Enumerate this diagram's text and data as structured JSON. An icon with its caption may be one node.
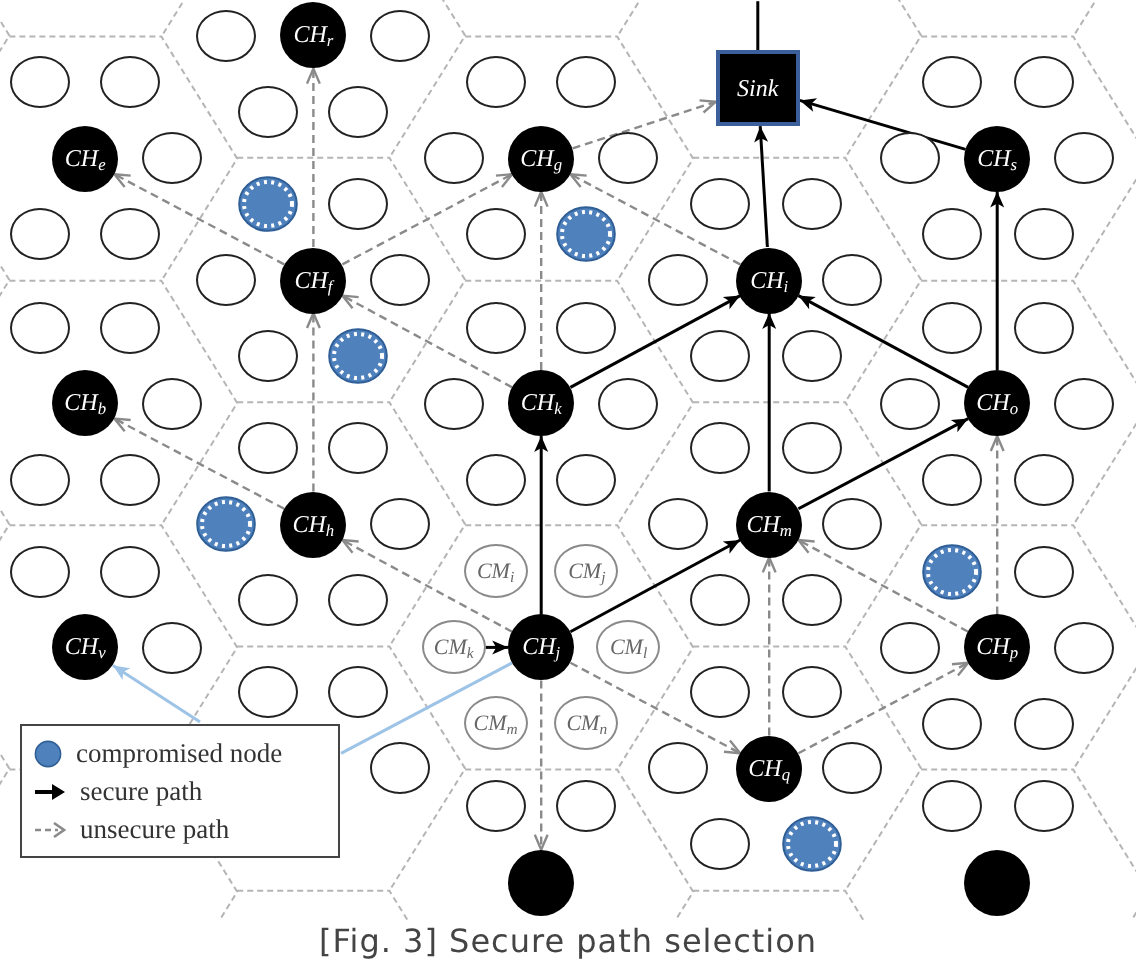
{
  "diagram": {
    "caption": "[Fig. 3] Secure path selection",
    "nodes": [
      {
        "text": [],
        "shape": "circle"
      },
      {
        "text": [
          "CH$_{r}$"
        ]
      },
      {
        "text": [],
        "shape": "circle"
      },
      {
        "text": [],
        "shape": "circle"
      },
      {
        "text": [],
        "shape": "circle"
      },
      {
        "text": [],
        "shape": "circle"
      },
      {
        "text": [],
        "shape": "circle"
      },
      {
        "text": [
          "Sink"
        ]
      },
      {
        "text": [],
        "shape": "circle"
      },
      {
        "text": [],
        "shape": "circle"
      },
      {
        "text": [],
        "shape": "circle"
      },
      {
        "text": [],
        "shape": "circle"
      },
      {
        "text": [
          "CH$_{e}$"
        ]
      },
      {
        "text": [],
        "shape": "circle"
      },
      {
        "text": [],
        "shape": "circle"
      },
      {
        "text": [
          "CH$_{g}$"
        ]
      },
      {
        "text": [],
        "shape": "circle"
      },
      {
        "text": [],
        "shape": "circle"
      },
      {
        "text": [
          "CH$_{s}$"
        ]
      },
      {
        "text": [],
        "shape": "circle"
      },
      {
        "text": [],
        "shape": "circle"
      },
      {
        "text": [],
        "shape": "circle"
      },
      {
        "text": [],
        "shape": "circle"
      },
      {
        "text": [],
        "shape": "circle"
      },
      {
        "text": [],
        "shape": "circle"
      },
      {
        "text": [],
        "shape": "circle"
      },
      {
        "text": [],
        "shape": "circle"
      },
      {
        "text": [],
        "shape": "circle"
      },
      {
        "text": [],
        "shape": "circle"
      },
      {
        "text": [],
        "shape": "circle"
      },
      {
        "text": [],
        "shape": "circle"
      },
      {
        "text": [
          "CH$_{f}$"
        ]
      },
      {
        "text": [],
        "shape": "circle"
      },
      {
        "text": [],
        "shape": "circle"
      },
      {
        "text": [
          "CH$_{i}$"
        ]
      },
      {
        "text": [],
        "shape": "circle"
      },
      {
        "text": [],
        "shape": "circle"
      },
      {
        "text": [],
        "shape": "circle"
      },
      {
        "text": [],
        "shape": "circle"
      },
      {
        "text": [],
        "shape": "circle"
      },
      {
        "text": [],
        "shape": "circle"
      },
      {
        "text": [],
        "shape": "circle"
      },
      {
        "text": [],
        "shape": "circle"
      },
      {
        "text": [],
        "shape": "circle"
      },
      {
        "text": [],
        "shape": "circle"
      },
      {
        "text": [],
        "shape": "circle"
      },
      {
        "text": [
          "CH$_{b}$"
        ]
      },
      {
        "text": [],
        "shape": "circle"
      },
      {
        "text": [],
        "shape": "circle"
      },
      {
        "text": [
          "CH$_{k}$"
        ]
      },
      {
        "text": [],
        "shape": "circle"
      },
      {
        "text": [],
        "shape": "circle"
      },
      {
        "text": [
          "CH$_{o}$"
        ]
      },
      {
        "text": [],
        "shape": "circle"
      },
      {
        "text": [],
        "shape": "circle"
      },
      {
        "text": [],
        "shape": "circle"
      },
      {
        "text": [],
        "shape": "circle"
      },
      {
        "text": [],
        "shape": "circle"
      },
      {
        "text": [],
        "shape": "circle"
      },
      {
        "text": [],
        "shape": "circle"
      },
      {
        "text": [],
        "shape": "circle"
      },
      {
        "text": [],
        "shape": "circle"
      },
      {
        "text": [],
        "shape": "circle"
      },
      {
        "text": [],
        "shape": "circle"
      },
      {
        "text": [],
        "shape": "circle"
      },
      {
        "text": [
          "CH$_{h}$"
        ]
      },
      {
        "text": [],
        "shape": "circle"
      },
      {
        "text": [],
        "shape": "circle"
      },
      {
        "text": [
          "CH$_{m}$"
        ]
      },
      {
        "text": [],
        "shape": "circle"
      },
      {
        "text": [],
        "shape": "circle"
      },
      {
        "text": [],
        "shape": "circle"
      },
      {
        "text": [
          "CM$_{i}$"
        ]
      },
      {
        "text": [
          "CM$_{j}$"
        ]
      },
      {
        "text": [],
        "shape": "circle"
      },
      {
        "text": [],
        "shape": "circle"
      },
      {
        "text": [],
        "shape": "circle"
      },
      {
        "text": [],
        "shape": "circle"
      },
      {
        "text": [],
        "shape": "circle"
      },
      {
        "text": [],
        "shape": "circle"
      },
      {
        "text": [
          "CH$_{v}$"
        ]
      },
      {
        "text": [],
        "shape": "circle"
      },
      {
        "text": [
          "CM$_{k}$"
        ]
      },
      {
        "text": [
          "CH$_{j}$"
        ]
      },
      {
        "text": [
          "CM$_{l}$"
        ]
      },
      {
        "text": [],
        "shape": "circle"
      },
      {
        "text": [
          "CH$_{p}$"
        ]
      },
      {
        "text": [],
        "shape": "circle"
      },
      {
        "text": [],
        "shape": "circle"
      },
      {
        "text": [],
        "shape": "circle"
      },
      {
        "text": [],
        "shape": "circle"
      },
      {
        "text": [],
        "shape": "circle"
      },
      {
        "text": [
          "CM$_{m}$"
        ]
      },
      {
        "text": [
          "CM$_{n}$"
        ]
      },
      {
        "text": [],
        "shape": "circle"
      },
      {
        "text": [],
        "shape": "circle"
      },
      {
        "text": [],
        "shape": "circle"
      },
      {
        "text": [],
        "shape": "circle"
      },
      {
        "text": [
          "CH$_{q}$"
        ]
      },
      {
        "text": [],
        "shape": "circle"
      },
      {
        "text": [],
        "shape": "circle"
      },
      {
        "text": [],
        "shape": "circle"
      },
      {
        "text": [],
        "shape": "circle"
      },
      {
        "text": [],
        "shape": "circle"
      },
      {
        "text": [],
        "shape": "circle"
      },
      {
        "text": [],
        "shape": "circle"
      },
      {
        "text": [],
        "shape": "circle"
      },
      {
        "text": [],
        "shape": "circle"
      }
    ],
    "edges": [
      {
        "from": 82,
        "to": 83,
        "arrow": "to",
        "color": "#000000"
      },
      {
        "from": 83,
        "to": 49,
        "arrow": "to",
        "color": "#000000"
      },
      {
        "from": 83,
        "to": 68,
        "arrow": "to",
        "color": "#000000"
      },
      {
        "from": 49,
        "to": 34,
        "arrow": "to",
        "color": "#000000"
      },
      {
        "from": 68,
        "to": 34,
        "arrow": "to",
        "color": "#000000"
      },
      {
        "from": 68,
        "to": 52,
        "arrow": "to",
        "color": "#000000"
      },
      {
        "from": 52,
        "to": 34,
        "arrow": "to",
        "color": "#000000"
      },
      {
        "from": 52,
        "to": 18,
        "arrow": "to",
        "color": "#000000"
      },
      {
        "from": 34,
        "to": 7,
        "arrow": "to",
        "color": "#000000"
      },
      {
        "from": 18,
        "to": 7,
        "arrow": "to",
        "color": "#000000"
      },
      {
        "from": 31,
        "to": 1,
        "arrow": "to",
        "style": "dashed"
      },
      {
        "from": 31,
        "to": 12,
        "arrow": "to",
        "style": "dashed"
      },
      {
        "from": 31,
        "to": 15,
        "arrow": "to",
        "style": "dashed"
      },
      {
        "from": 15,
        "to": 7,
        "arrow": "to",
        "style": "dashed"
      },
      {
        "from": 34,
        "to": 15,
        "arrow": "to",
        "style": "dashed"
      },
      {
        "from": 49,
        "to": 15,
        "arrow": "to",
        "style": "dashed"
      },
      {
        "from": 49,
        "to": 31,
        "arrow": "to",
        "style": "dashed"
      },
      {
        "from": 65,
        "to": 31,
        "arrow": "to",
        "style": "dashed"
      },
      {
        "from": 65,
        "to": 46,
        "arrow": "to",
        "style": "dashed"
      },
      {
        "from": 83,
        "to": 65,
        "arrow": "to",
        "style": "dashed"
      },
      {
        "from": 83,
        "to": 98,
        "arrow": "to",
        "style": "dashed"
      },
      {
        "from": 83,
        "to": 106,
        "arrow": "to",
        "style": "dashed"
      },
      {
        "from": 98,
        "to": 68,
        "arrow": "to",
        "style": "dashed"
      },
      {
        "from": 98,
        "to": 86,
        "arrow": "to",
        "style": "dashed"
      },
      {
        "from": 86,
        "to": 68,
        "arrow": "to",
        "style": "dashed"
      },
      {
        "from": 86,
        "to": 52,
        "arrow": "to",
        "style": "dashed"
      },
      {
        "from": 83,
        "to": null,
        "arrow": "none",
        "color": "#9dc3e6"
      },
      {
        "from": null,
        "to": 80,
        "arrow": "to",
        "color": "#9dc3e6"
      },
      {
        "from": 7,
        "to": null,
        "arrow": "none",
        "color": "#000000"
      }
    ],
    "legend": [
      {
        "text": "compromised node",
        "color": "#4f81bd"
      },
      {
        "text": "secure path"
      },
      {
        "text": "unsecure path"
      }
    ]
  }
}
